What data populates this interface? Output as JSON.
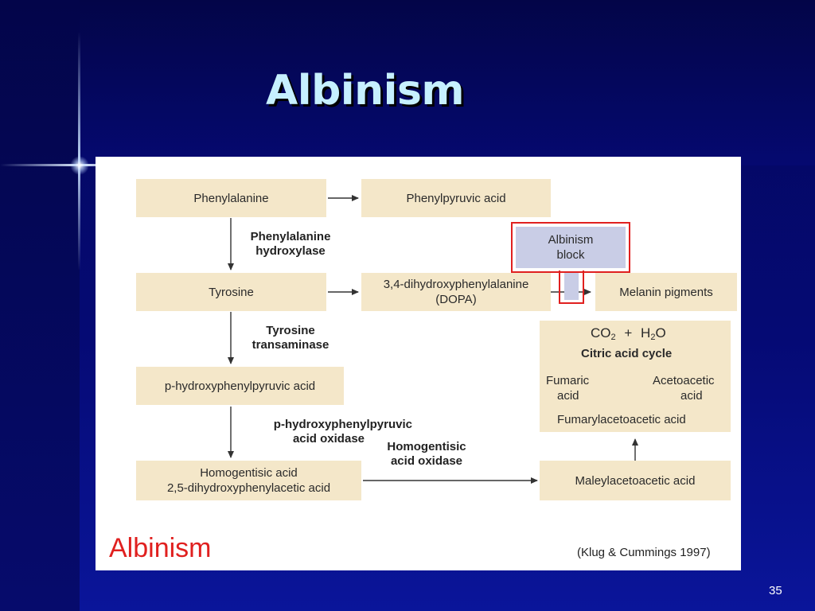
{
  "slide": {
    "title": "Albinism",
    "page_number": "35"
  },
  "figure": {
    "title": "Albinism",
    "credit": "(Klug & Cummings 1997)",
    "boxes": {
      "phenylalanine": "Phenylalanine",
      "phenylpyruvic_acid": "Phenylpyruvic acid",
      "tyrosine": "Tyrosine",
      "dopa_line1": "3,4-dihydroxyphenylalanine",
      "dopa_line2": "(DOPA)",
      "melanin": "Melanin pigments",
      "albinism_block_line1": "Albinism",
      "albinism_block_line2": "block",
      "p_hppa": "p-hydroxyphenylpyruvic acid",
      "homogentisic_line1": "Homogentisic acid",
      "homogentisic_line2": "2,5-dihydroxyphenylacetic acid",
      "maleylacetoacetic": "Maleylacetoacetic acid"
    },
    "citric_box": {
      "co2_prefix": "CO",
      "co2_sub": "2",
      "plus": "+",
      "h2o_prefix": "H",
      "h2o_sub": "2",
      "h2o_suffix": "O",
      "cycle": "Citric acid cycle",
      "fumaric_line1": "Fumaric",
      "fumaric_line2": "acid",
      "acetoacetic_line1": "Acetoacetic",
      "acetoacetic_line2": "acid",
      "fumarylacetoacetic": "Fumarylacetoacetic acid"
    },
    "enzymes": {
      "phe_hydroxylase_line1": "Phenylalanine",
      "phe_hydroxylase_line2": "hydroxylase",
      "tyr_transaminase_line1": "Tyrosine",
      "tyr_transaminase_line2": "transaminase",
      "hppa_oxidase_line1": "p-hydroxyphenylpyruvic",
      "hppa_oxidase_line2": "acid oxidase",
      "homogentisic_oxidase_line1": "Homogentisic",
      "homogentisic_oxidase_line2": "acid oxidase"
    },
    "colors": {
      "box_fill": "#f4e7c9",
      "block_fill": "#c9cde6",
      "block_outline": "#e0201f",
      "figure_title": "#e0201f"
    }
  }
}
